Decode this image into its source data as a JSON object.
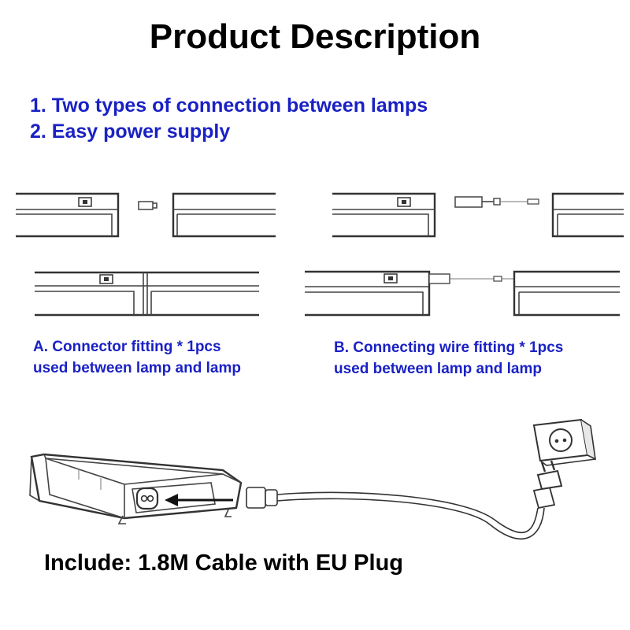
{
  "title": "Product Description",
  "features": [
    "1. Two types of connection between lamps",
    "2. Easy power supply"
  ],
  "option_a": {
    "line1": "A. Connector fitting * 1pcs",
    "line2": "used between lamp and lamp"
  },
  "option_b": {
    "line1": "B. Connecting wire fitting * 1pcs",
    "line2": "used between lamp and lamp"
  },
  "bottom_caption": "Include: 1.8M Cable with EU Plug",
  "colors": {
    "feature_text": "#1a21c4",
    "title_text": "#000000",
    "line_art": "#444444",
    "arrow": "#111111"
  }
}
